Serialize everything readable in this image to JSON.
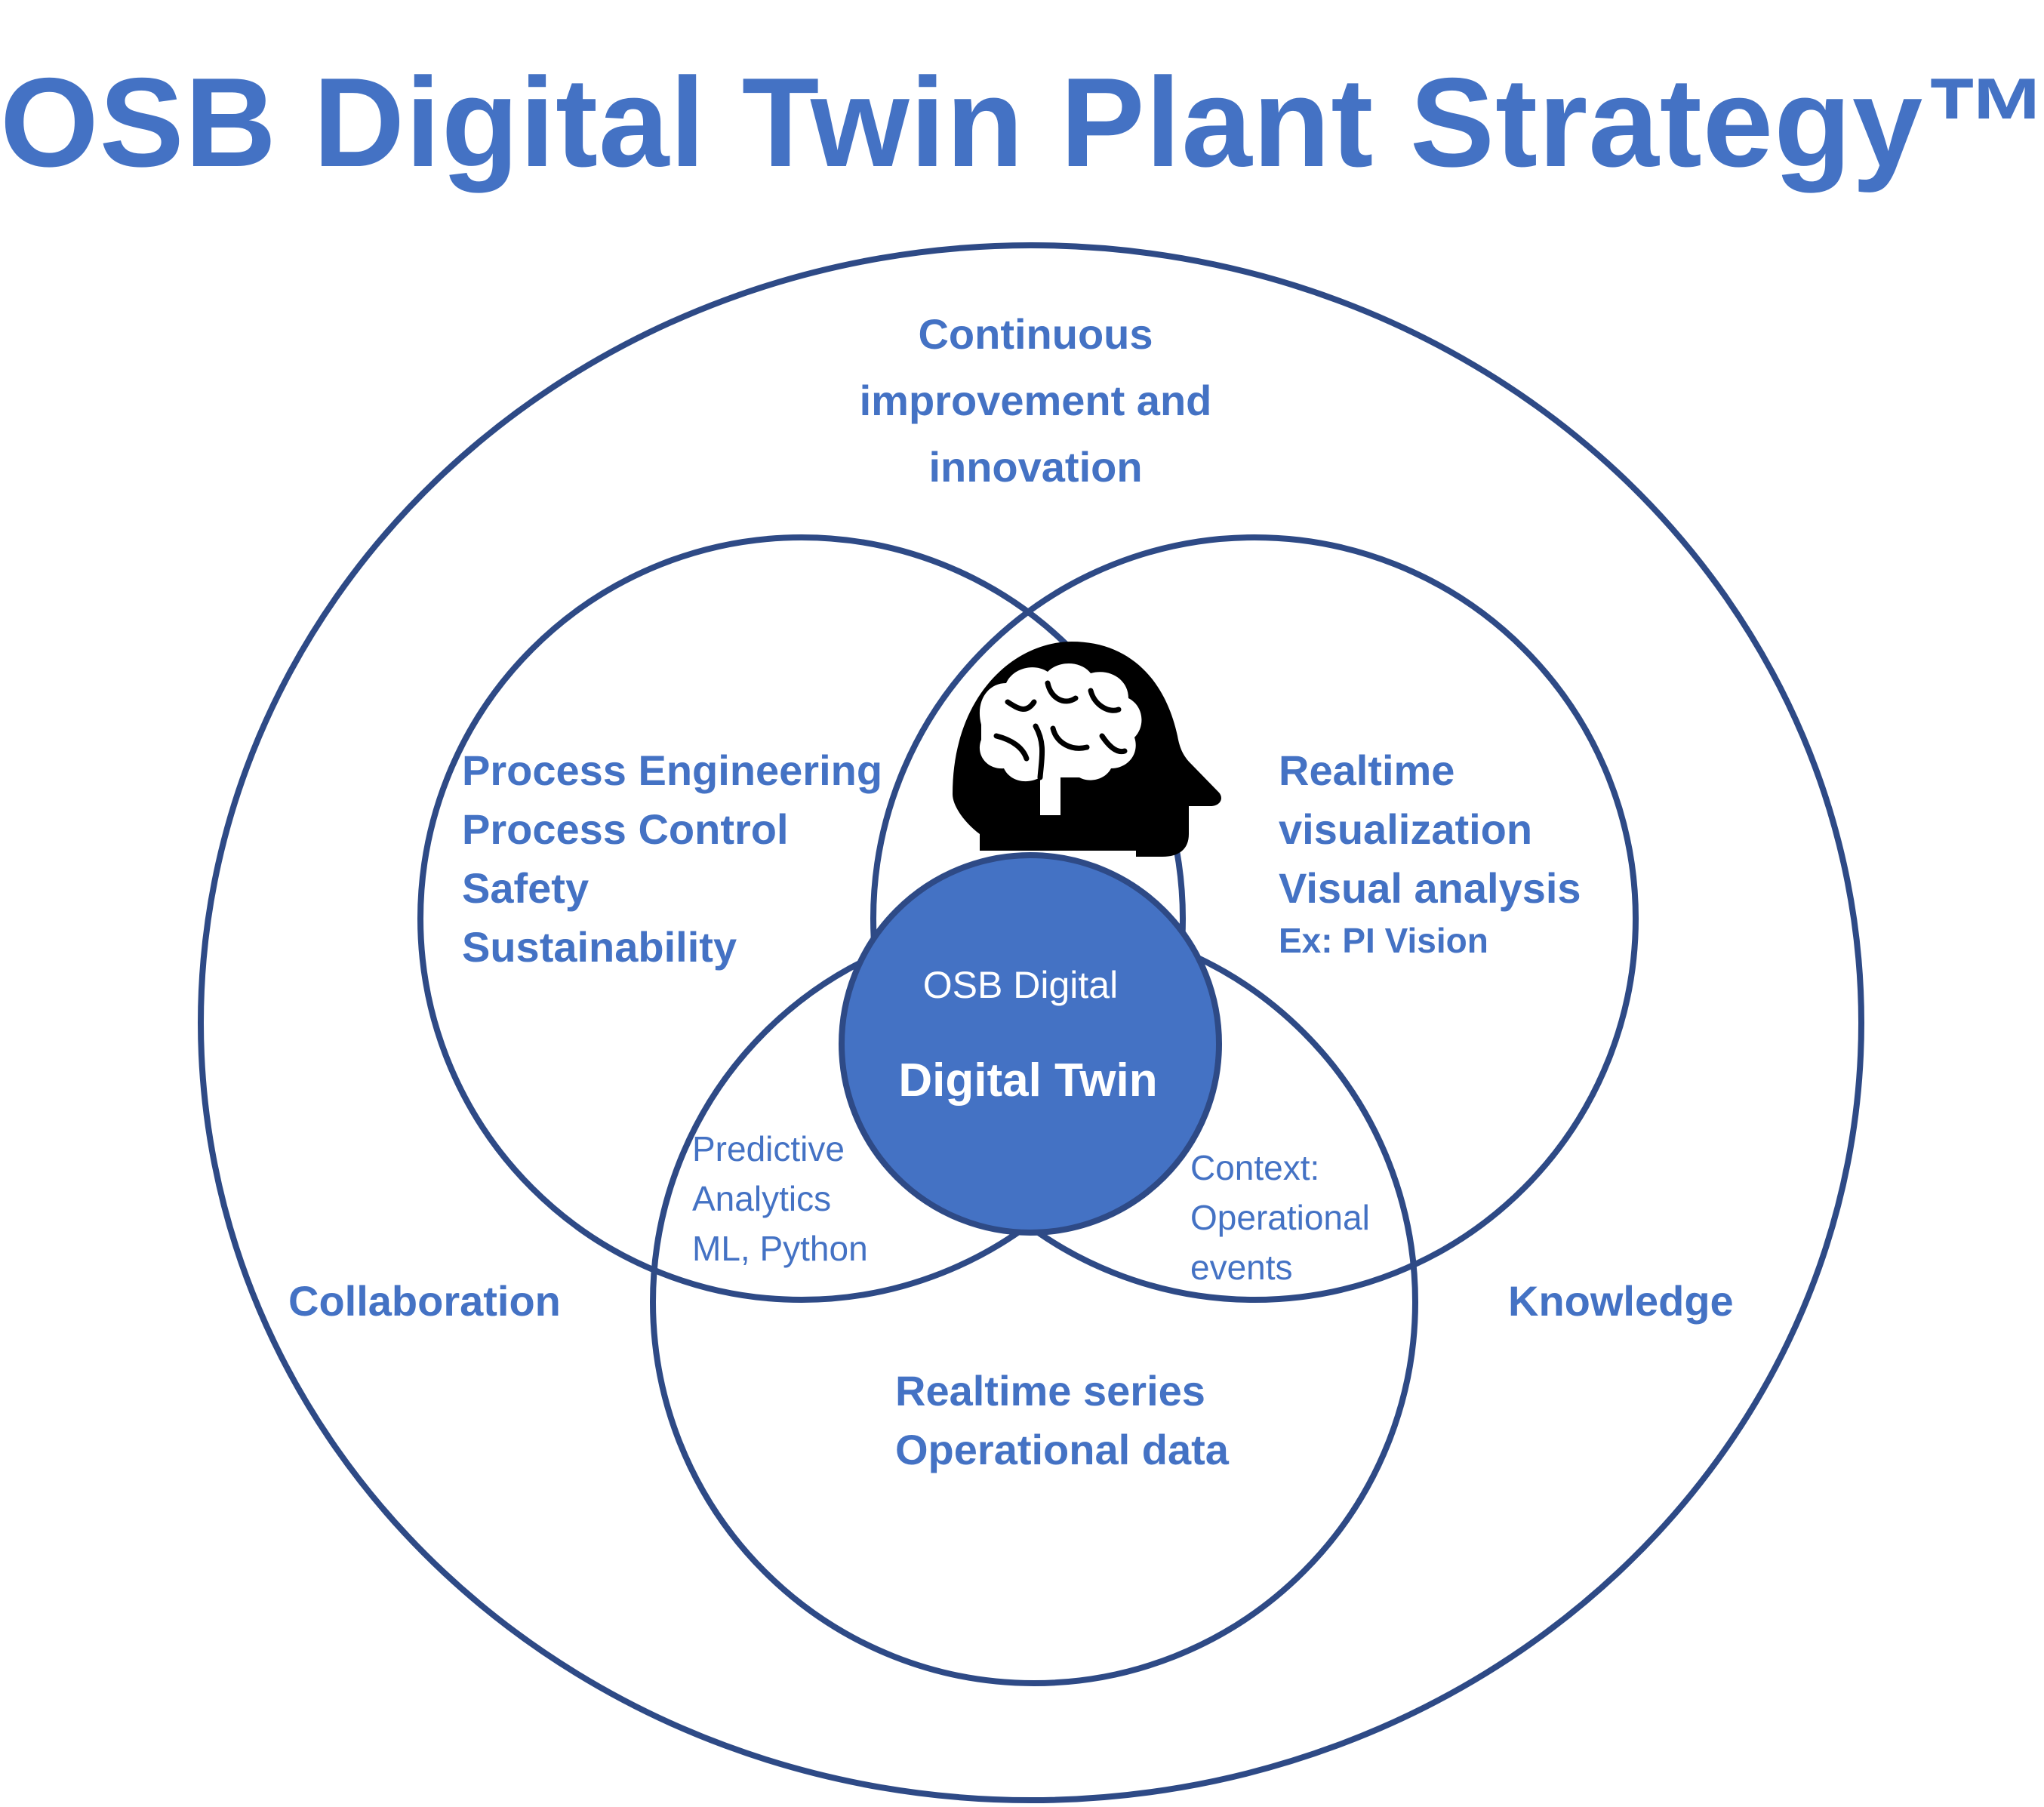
{
  "title": "OSB Digital Twin Plant Strategy™",
  "colors": {
    "accent": "#4472c4",
    "outline": "#2e4a86",
    "center_fill": "#4472c4",
    "icon": "#000000"
  },
  "outer": {
    "top_label": [
      "Continuous",
      "improvement and",
      "innovation"
    ],
    "left_label": "Collaboration",
    "right_label": "Knowledge"
  },
  "circles": {
    "left": [
      "Process Engineering",
      "Process Control",
      "Safety",
      "Sustainability"
    ],
    "right": [
      "Realtime",
      "visualization",
      "Visual analysis"
    ],
    "right_example": "Ex: PI Vision",
    "bottom": [
      "Realtime series",
      "Operational data"
    ]
  },
  "overlaps": {
    "left_bottom": [
      "Predictive",
      "Analytics",
      "ML, Python"
    ],
    "right_bottom": [
      "Context:",
      "Operational",
      "events"
    ]
  },
  "center": {
    "subtitle": "OSB Digital",
    "title": "Digital Twin"
  },
  "icon": "brain-head-icon"
}
